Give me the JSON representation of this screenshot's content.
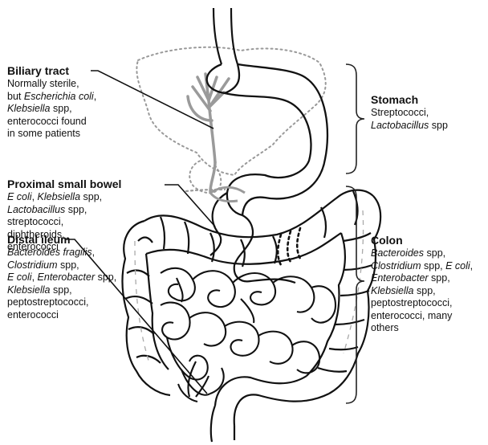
{
  "labels": {
    "biliary": {
      "title": "Biliary tract",
      "lines": [
        [
          {
            "t": "Normally sterile,"
          }
        ],
        [
          {
            "t": "but "
          },
          {
            "t": "Escherichia coli",
            "i": true
          },
          {
            "t": ","
          }
        ],
        [
          {
            "t": "Klebsiella",
            "i": true
          },
          {
            "t": " spp,"
          }
        ],
        [
          {
            "t": "enterococci found"
          }
        ],
        [
          {
            "t": "in some patients"
          }
        ]
      ]
    },
    "proximal": {
      "title": "Proximal small bowel",
      "lines": [
        [
          {
            "t": "E coli",
            "i": true
          },
          {
            "t": ", "
          },
          {
            "t": "Klebsiella",
            "i": true
          },
          {
            "t": " spp,"
          }
        ],
        [
          {
            "t": "Lactobacillus",
            "i": true
          },
          {
            "t": " spp,"
          }
        ],
        [
          {
            "t": "streptococci,"
          }
        ],
        [
          {
            "t": "diphtheroids,"
          }
        ],
        [
          {
            "t": "enterococci"
          }
        ]
      ]
    },
    "distal": {
      "title": "Distal ileum",
      "lines": [
        [
          {
            "t": "Bacteroides fragilis",
            "i": true
          },
          {
            "t": ","
          }
        ],
        [
          {
            "t": "Clostridium",
            "i": true
          },
          {
            "t": " spp,"
          }
        ],
        [
          {
            "t": "E coli",
            "i": true
          },
          {
            "t": ", "
          },
          {
            "t": "Enterobacter",
            "i": true
          },
          {
            "t": " spp,"
          }
        ],
        [
          {
            "t": "Klebsiella",
            "i": true
          },
          {
            "t": " spp,"
          }
        ],
        [
          {
            "t": "peptostreptococci,"
          }
        ],
        [
          {
            "t": "enterococci"
          }
        ]
      ]
    },
    "stomach": {
      "title": "Stomach",
      "lines": [
        [
          {
            "t": "Streptococci,"
          }
        ],
        [
          {
            "t": "Lactobacillus",
            "i": true
          },
          {
            "t": " spp"
          }
        ]
      ]
    },
    "colon": {
      "title": "Colon",
      "lines": [
        [
          {
            "t": "Bacteroides",
            "i": true
          },
          {
            "t": " spp,"
          }
        ],
        [
          {
            "t": "Clostridium",
            "i": true
          },
          {
            "t": " spp, "
          },
          {
            "t": "E coli",
            "i": true
          },
          {
            "t": ","
          }
        ],
        [
          {
            "t": "Enterobacter",
            "i": true
          },
          {
            "t": " spp,"
          }
        ],
        [
          {
            "t": "Klebsiella",
            "i": true
          },
          {
            "t": " spp,"
          }
        ],
        [
          {
            "t": "peptostreptococci,"
          }
        ],
        [
          {
            "t": "enterococci, many"
          }
        ],
        [
          {
            "t": "others"
          }
        ]
      ]
    }
  }
}
